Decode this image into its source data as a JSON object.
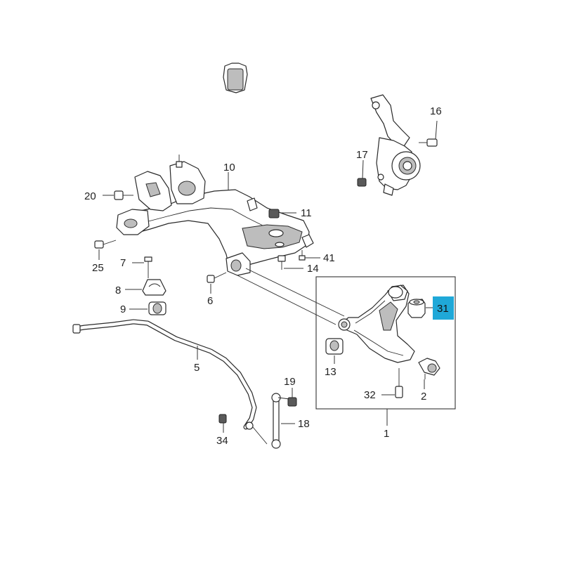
{
  "diagram": {
    "callouts": {
      "c1": "1",
      "c2": "2",
      "c5": "5",
      "c6": "6",
      "c7": "7",
      "c8": "8",
      "c9": "9",
      "c10": "10",
      "c11": "11",
      "c13": "13",
      "c14": "14",
      "c16": "16",
      "c17": "17",
      "c18": "18",
      "c19": "19",
      "c20": "20",
      "c25": "25",
      "c31": "31",
      "c32": "32",
      "c34": "34",
      "c41": "41"
    },
    "highlight": {
      "part": "31",
      "color": "#1fa8d8"
    }
  }
}
